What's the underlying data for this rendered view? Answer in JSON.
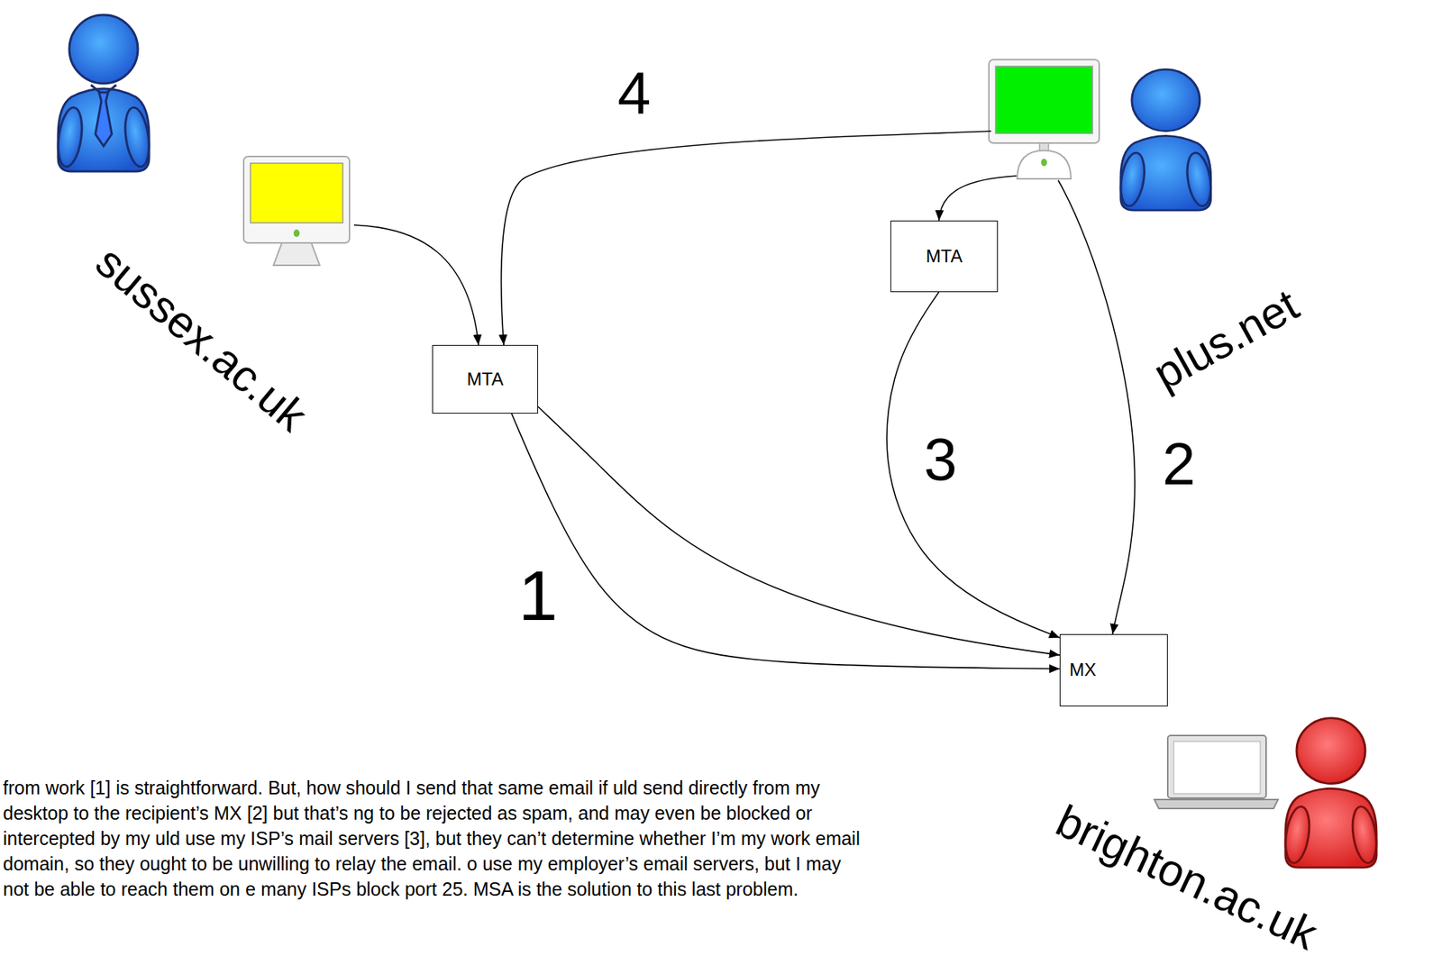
{
  "diagram": {
    "caption": "from work [1] is straightforward. But, how should I send that same email if uld send directly from my desktop to the recipient’s MX [2] but that’s ng to be rejected as spam, and may even be blocked or intercepted by my uld use my ISP’s mail servers [3], but they can’t determine whether I’m my work email domain, so they ought to be unwilling to relay the email. o use my employer’s email servers, but I may not be able to reach them on e many ISPs block port 25. MSA is the solution to this last problem.",
    "nodes": [
      {
        "text": [
          "sussex.ac.uk"
        ]
      },
      {
        "text": [
          "MTA"
        ],
        "in": 0
      },
      {
        "text": [
          "plus.net"
        ]
      },
      {
        "text": [
          "MTA"
        ],
        "in": 2
      },
      {
        "text": [
          "brighton.ac.uk"
        ]
      },
      {
        "text": [
          "MX"
        ],
        "in": 4
      }
    ],
    "edges": [
      {
        "from": 1,
        "to": 5,
        "arrow": "to"
      },
      {
        "from": 1,
        "to": 5,
        "arrow": "to"
      },
      {
        "from": 3,
        "to": 5,
        "arrow": "to"
      }
    ],
    "labels": [
      "4",
      "3",
      "2",
      "1"
    ]
  }
}
